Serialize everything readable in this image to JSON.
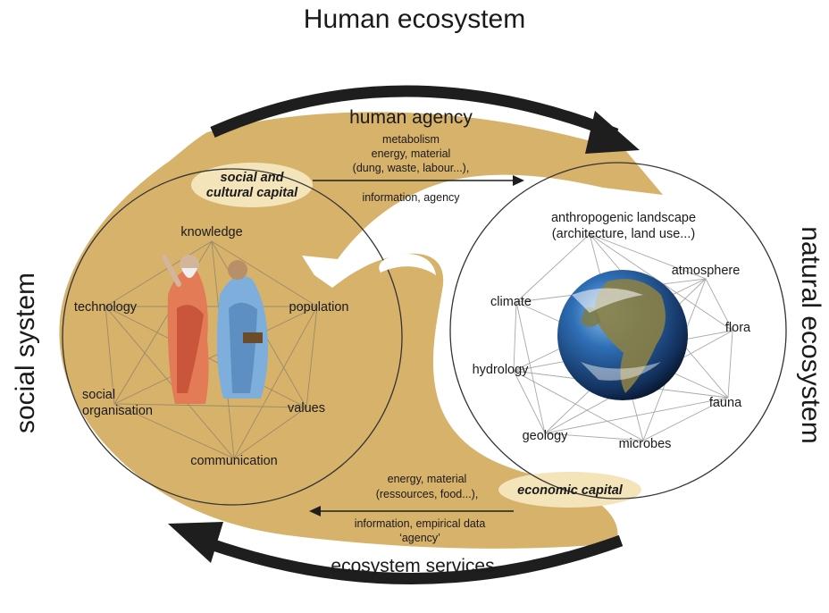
{
  "title": "Human ecosystem",
  "left_label": "social system",
  "right_label": "natural ecosystem",
  "top_flow": {
    "title": "human agency",
    "lines": [
      "metabolism",
      "energy, material",
      "(dung, waste, labour...),",
      "information, agency"
    ]
  },
  "bottom_flow": {
    "title": "ecosystem services",
    "lines": [
      "energy, material",
      "(ressources, food...),",
      "information, empirical data",
      "‘agency’"
    ]
  },
  "social_capital": [
    "social and",
    "cultural capital"
  ],
  "economic_capital": "economic capital",
  "social_nodes": [
    "knowledge",
    "population",
    "values",
    "communication",
    "social",
    "organisation",
    "technology"
  ],
  "natural_nodes": {
    "landscape": [
      "anthropogenic landscape",
      "(architecture, land use...)"
    ],
    "items": [
      "atmosphere",
      "flora",
      "fauna",
      "microbes",
      "geology",
      "hydrology",
      "climate"
    ]
  },
  "colors": {
    "flow_fill": "#d7b26b",
    "arrow": "#1e1e1e",
    "capital_highlight": "#f3e4b9",
    "network_line": "#9a8a6a",
    "natural_line": "#a8a8a8"
  },
  "icons": [
    "philosophers-painting",
    "earth-globe"
  ]
}
